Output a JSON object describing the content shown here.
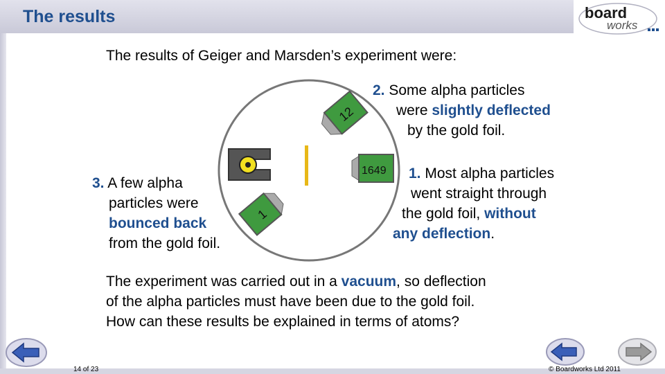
{
  "slide": {
    "title": "The results",
    "intro": "The results of Geiger and Marsden’s experiment were:",
    "point2": {
      "num": "2.",
      "line1": "Some alpha particles",
      "line2a": "were ",
      "line2b": "slightly deflected",
      "line3": "by the gold foil."
    },
    "point1": {
      "num": "1.",
      "line1": "Most alpha particles",
      "line2": "went straight through",
      "line3a": "the gold foil, ",
      "line3b": "without",
      "line4a": "any deflection",
      "line4b": "."
    },
    "point3": {
      "num": "3.",
      "line1": "A few alpha",
      "line2": "particles were",
      "line3": "bounced back",
      "line4": "from the gold foil."
    },
    "bottom": {
      "line1a": "The experiment was carried out in a ",
      "line1b": "vacuum",
      "line1c": ", so deflection",
      "line2": "of the alpha particles must have been due to the gold foil.",
      "line3": "How can these results be explained in terms of atoms?"
    }
  },
  "diagram": {
    "detector_top": "12",
    "detector_right": "1649",
    "detector_left": "1"
  },
  "footer": {
    "page": "14 of 23",
    "copyright": "© Boardworks Ltd 2011"
  },
  "logo": {
    "line1": "board",
    "line2": "works"
  },
  "colors": {
    "title": "#1f4f8f",
    "highlight": "#1f4f8f",
    "foil": "#e8b818",
    "detector": "#3f9a3f"
  }
}
